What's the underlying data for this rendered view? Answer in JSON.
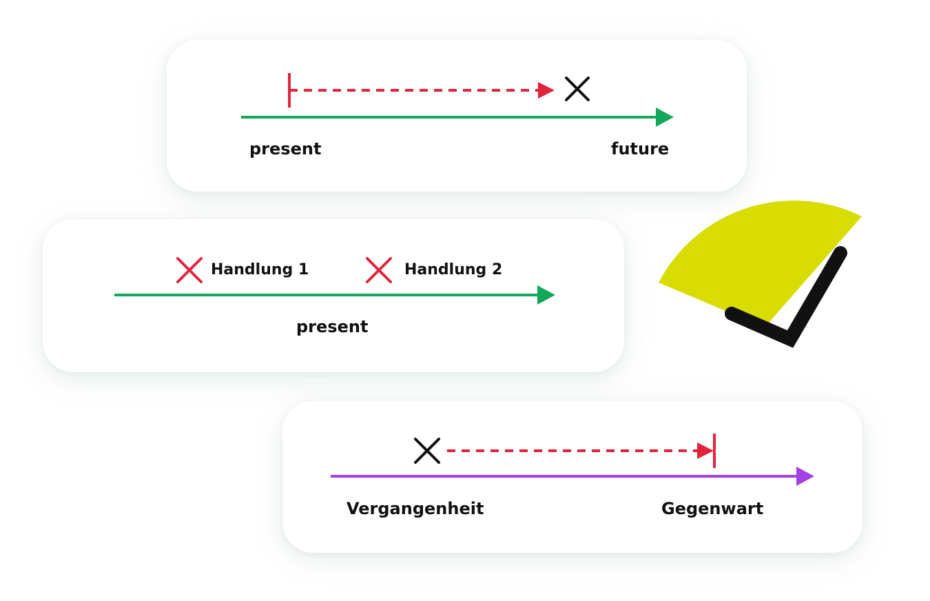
{
  "colors": {
    "green_axis": "#12a85a",
    "red_dashed": "#e0243c",
    "purple_axis": "#a441e4",
    "black_mark": "#111111",
    "yellow_badge": "#d9dc00",
    "card_background": "#ffffff"
  },
  "diagram_1": {
    "left_label": "present",
    "right_label": "future",
    "start_marker": "vertical-bar",
    "end_marker": "x-mark"
  },
  "diagram_2": {
    "axis_label": "present",
    "action_1": "Handlung 1",
    "action_2": "Handlung 2"
  },
  "diagram_3": {
    "left_label": "Vergangenheit",
    "right_label": "Gegenwart",
    "start_marker": "x-mark",
    "end_marker": "vertical-bar"
  },
  "badge": {
    "icon": "checkmark-icon"
  }
}
